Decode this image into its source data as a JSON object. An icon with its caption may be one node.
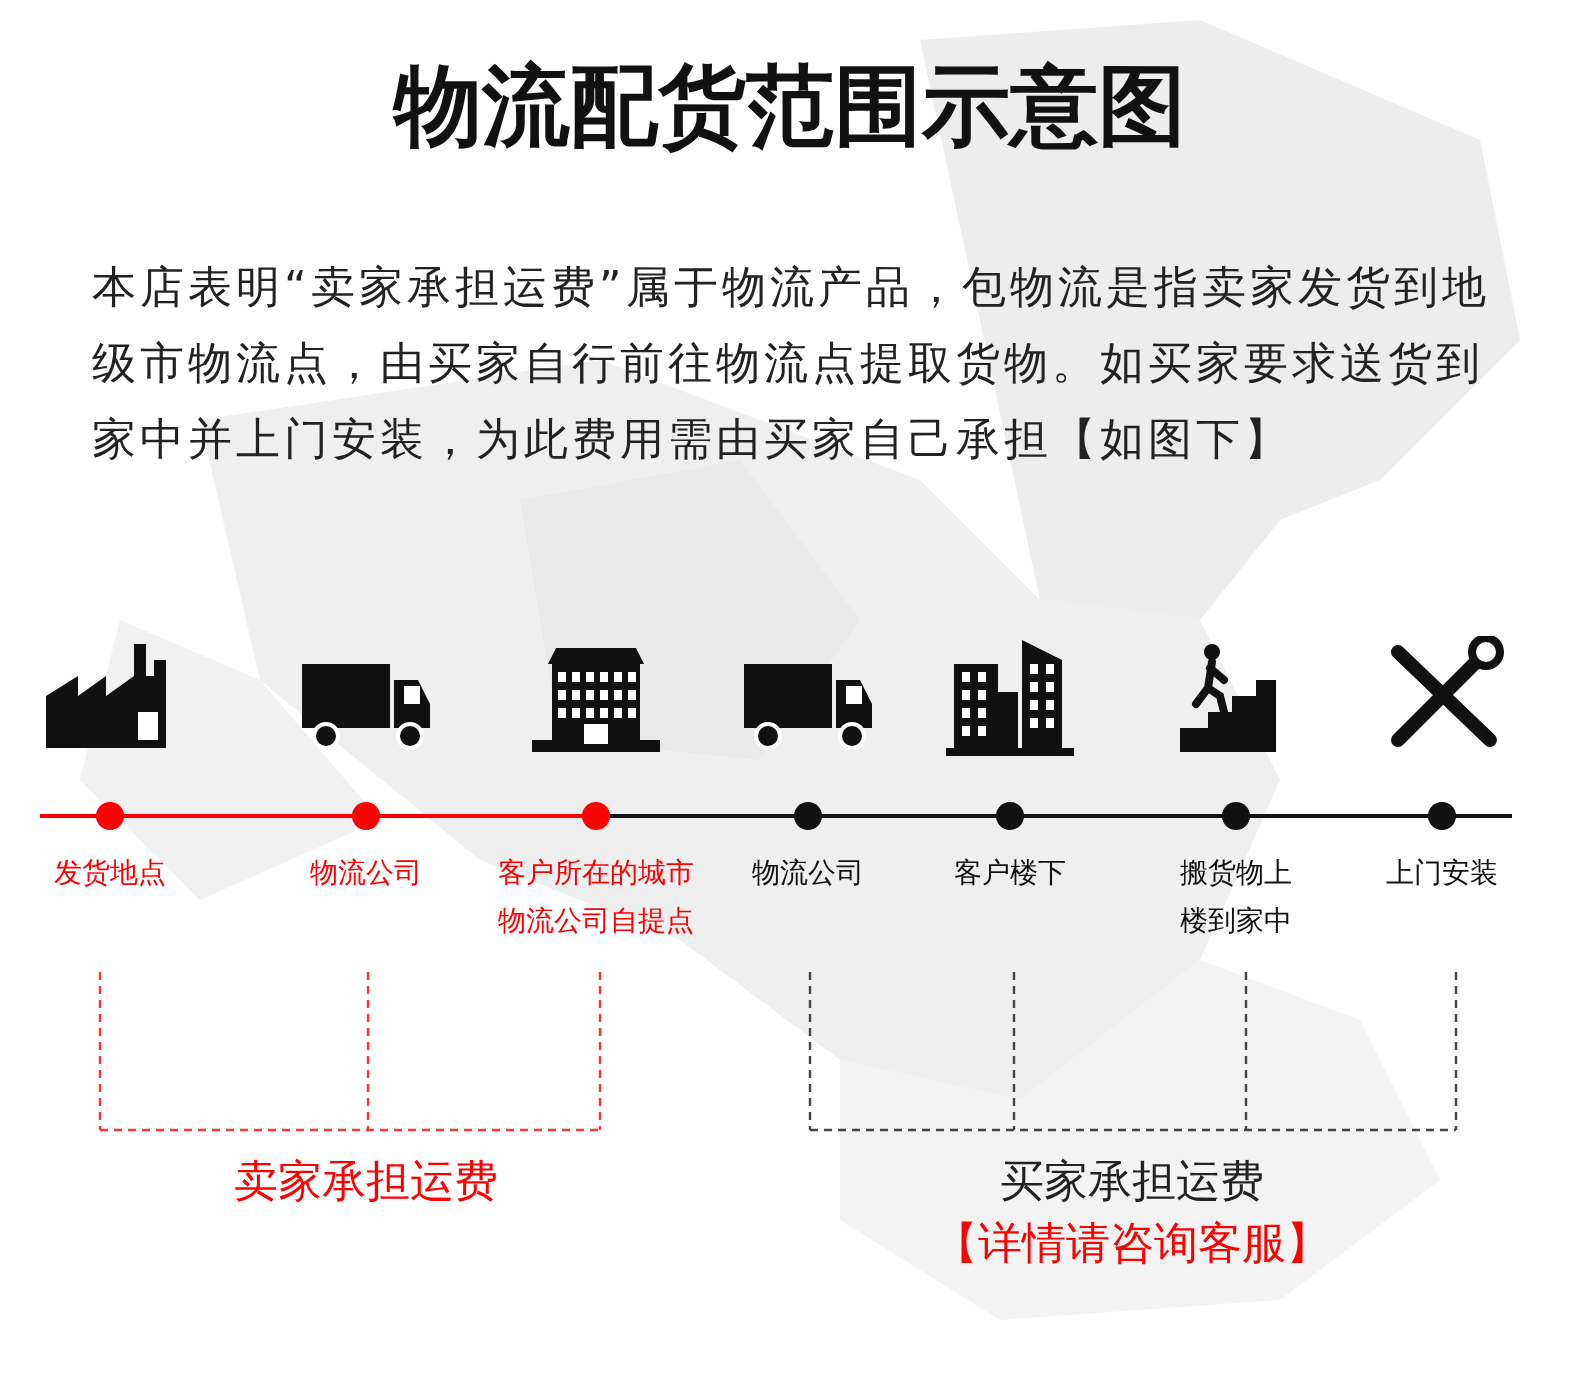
{
  "diagram": {
    "title": "物流配货范围示意图",
    "nodes": [
      {
        "text": [
          "发货地点"
        ]
      },
      {
        "text": [
          "物流公司"
        ]
      },
      {
        "text": [
          "客户所在的城市物流公司自提点"
        ]
      },
      {
        "text": [
          "物流公司"
        ]
      },
      {
        "text": [
          "客户楼下"
        ]
      },
      {
        "text": [
          "搬货物上楼到家中"
        ]
      },
      {
        "text": [
          "上门安装"
        ]
      }
    ],
    "edges": [
      {
        "from": 0,
        "to": 1,
        "arrow": "none",
        "color": "#ff0000"
      },
      {
        "from": 1,
        "to": 2,
        "arrow": "none",
        "color": "#ff0000"
      },
      {
        "from": 2,
        "to": 3,
        "arrow": "none"
      },
      {
        "from": 3,
        "to": 4,
        "arrow": "none"
      },
      {
        "from": 4,
        "to": 5,
        "arrow": "none"
      },
      {
        "from": 5,
        "to": 6,
        "arrow": "none"
      }
    ],
    "labels": [
      "本店表明“卖家承担运费”属于物流产品，包物流是指卖家发货到地级市物流点，由买家自行前往物流点提取货物。如买家要求送货到家中并上门安装，为此费用需由买家自己承担【如图下】",
      "卖家承担运费",
      "买家承担运费",
      "【详情请咨询客服】"
    ]
  }
}
